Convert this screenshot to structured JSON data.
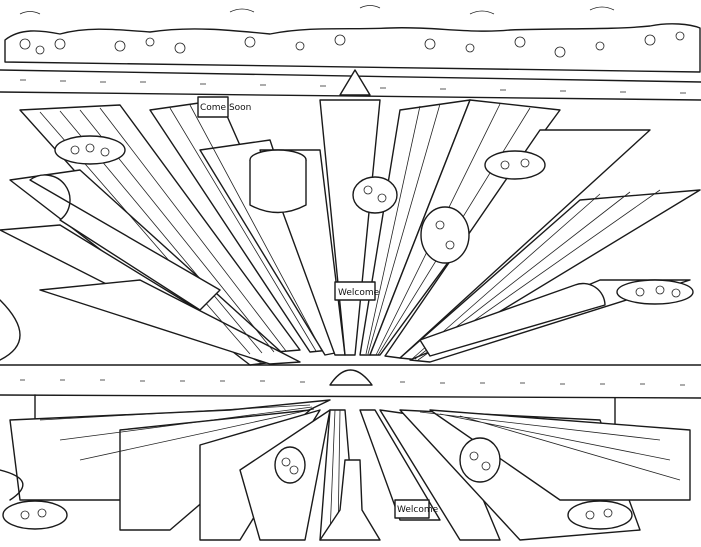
{
  "artwork": {
    "type": "line-art coloring page",
    "ink_color": "#1a1a1a",
    "paper_color": "#ffffff"
  },
  "signs": {
    "center_sign": "Welcome",
    "bottom_sign": "Welcome",
    "top_sign": "Come Soon"
  }
}
